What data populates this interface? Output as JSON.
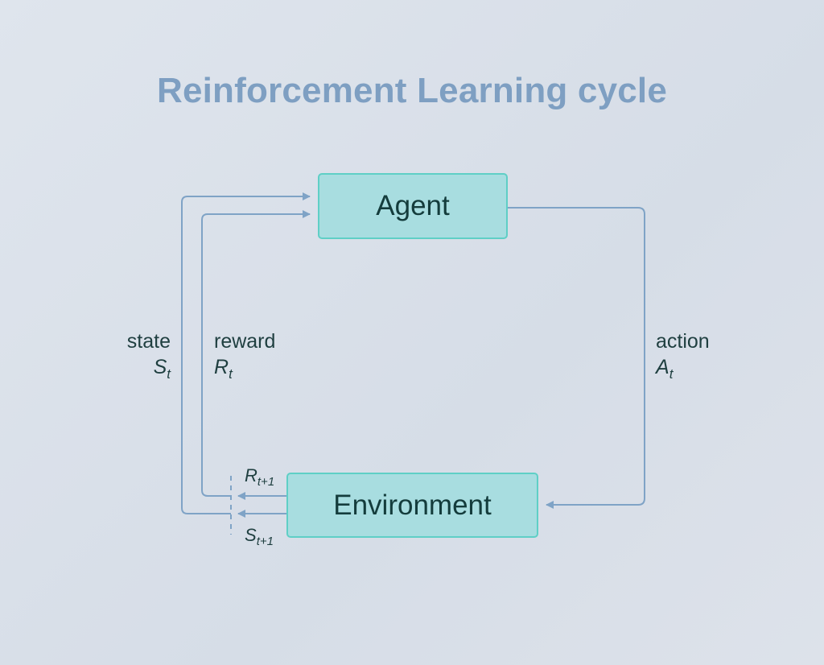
{
  "title": "Reinforcement Learning cycle",
  "nodes": {
    "agent": "Agent",
    "environment": "Environment"
  },
  "edges": {
    "state": {
      "label": "state",
      "symbol": "S",
      "subscript": "t"
    },
    "reward": {
      "label": "reward",
      "symbol": "R",
      "subscript": "t"
    },
    "action": {
      "label": "action",
      "symbol": "A",
      "subscript": "t"
    },
    "reward_next": {
      "symbol": "R",
      "subscript": "t+1"
    },
    "state_next": {
      "symbol": "S",
      "subscript": "t+1"
    }
  },
  "colors": {
    "title": "#7e9fc2",
    "box_fill": "#a8dde0",
    "box_border": "#5fcfc6",
    "arrow": "#7fa3c6",
    "text": "#1f3f40"
  }
}
